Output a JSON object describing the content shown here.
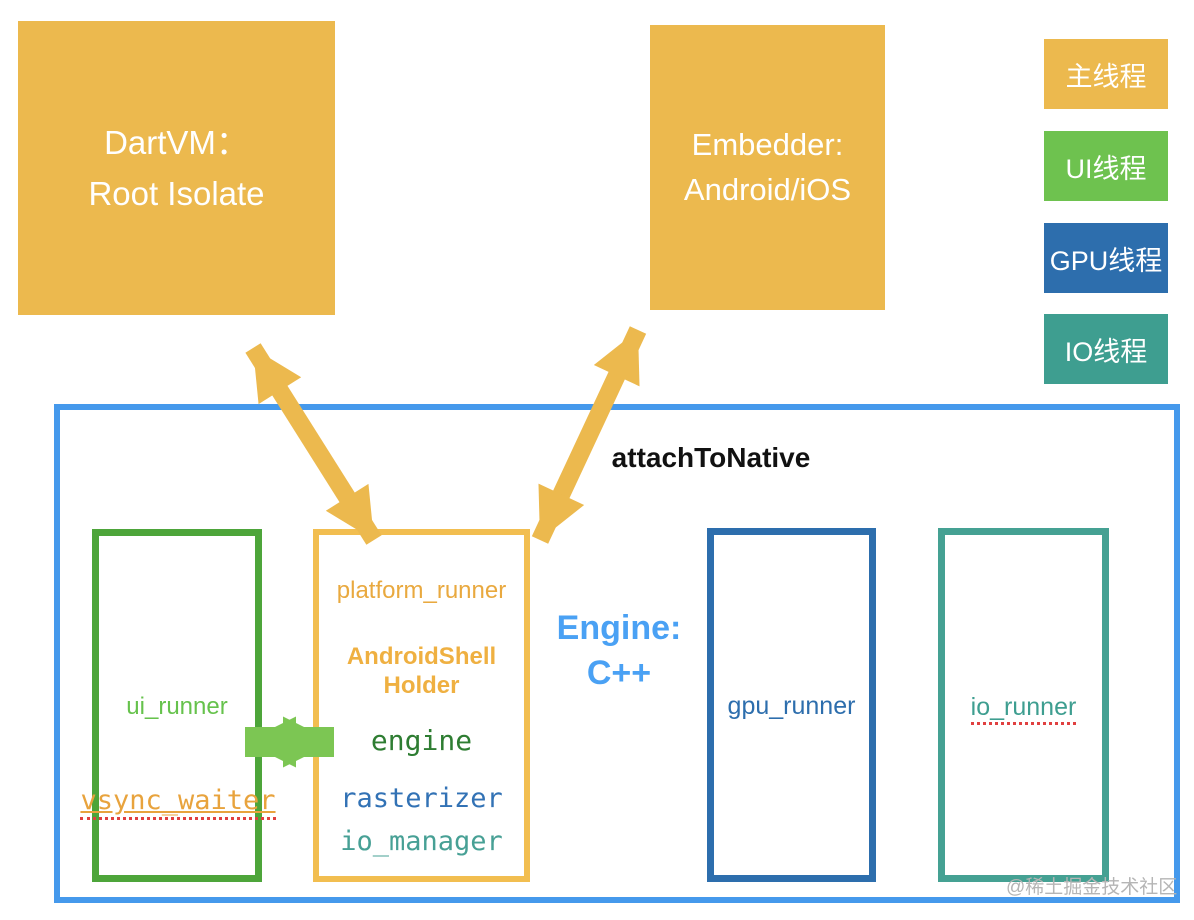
{
  "dartvm_box": {
    "line1": "DartVM：",
    "line2": "Root Isolate"
  },
  "embedder_box": {
    "line1": "Embedder:",
    "line2": "Android/iOS"
  },
  "legend": {
    "items": [
      {
        "label": "主线程",
        "color": "#ECB94E"
      },
      {
        "label": "UI线程",
        "color": "#6EC24F"
      },
      {
        "label": "GPU线程",
        "color": "#2D6EAD"
      },
      {
        "label": "IO线程",
        "color": "#3E9E90"
      }
    ]
  },
  "engine_container": {
    "attach_to_native": "attachToNative",
    "engine_line1": "Engine:",
    "engine_line2": "C++"
  },
  "ui_thread_box": {
    "runner_label": "ui_runner",
    "vsync_waiter_label": "vsync_waiter"
  },
  "platform_thread_box": {
    "runner_label": "platform_runner",
    "shell_holder_line1": "AndroidShell",
    "shell_holder_line2": "Holder",
    "engine_label": "engine",
    "rasterizer_label": "rasterizer",
    "io_manager_label": "io_manager"
  },
  "gpu_thread_box": {
    "runner_label": "gpu_runner"
  },
  "io_thread_box": {
    "runner_label": "io_runner"
  },
  "watermark": "@稀土掘金技术社区",
  "colors": {
    "main_thread_yellow": "#ECB94E",
    "ui_thread_green": "#6EC24F",
    "ui_box_border_green": "#4DA53A",
    "ui_runner_text_green": "#66C24C",
    "arrow_green": "#7CC653",
    "arrow_yellow": "#ECB94E",
    "gpu_thread_blue": "#2D6EAD",
    "io_thread_teal": "#3E9E90",
    "container_border_blue": "#4599EC",
    "engine_text_blue": "#4AA1F4",
    "platform_box_border_yellow": "#F2BE50",
    "vsync_waiter_orange": "#E8A33D",
    "engine_word_green": "#2E7D32",
    "rasterizer_blue": "#3272B5",
    "io_manager_teal": "#47A095",
    "spellcheck_red": "#E04040"
  }
}
